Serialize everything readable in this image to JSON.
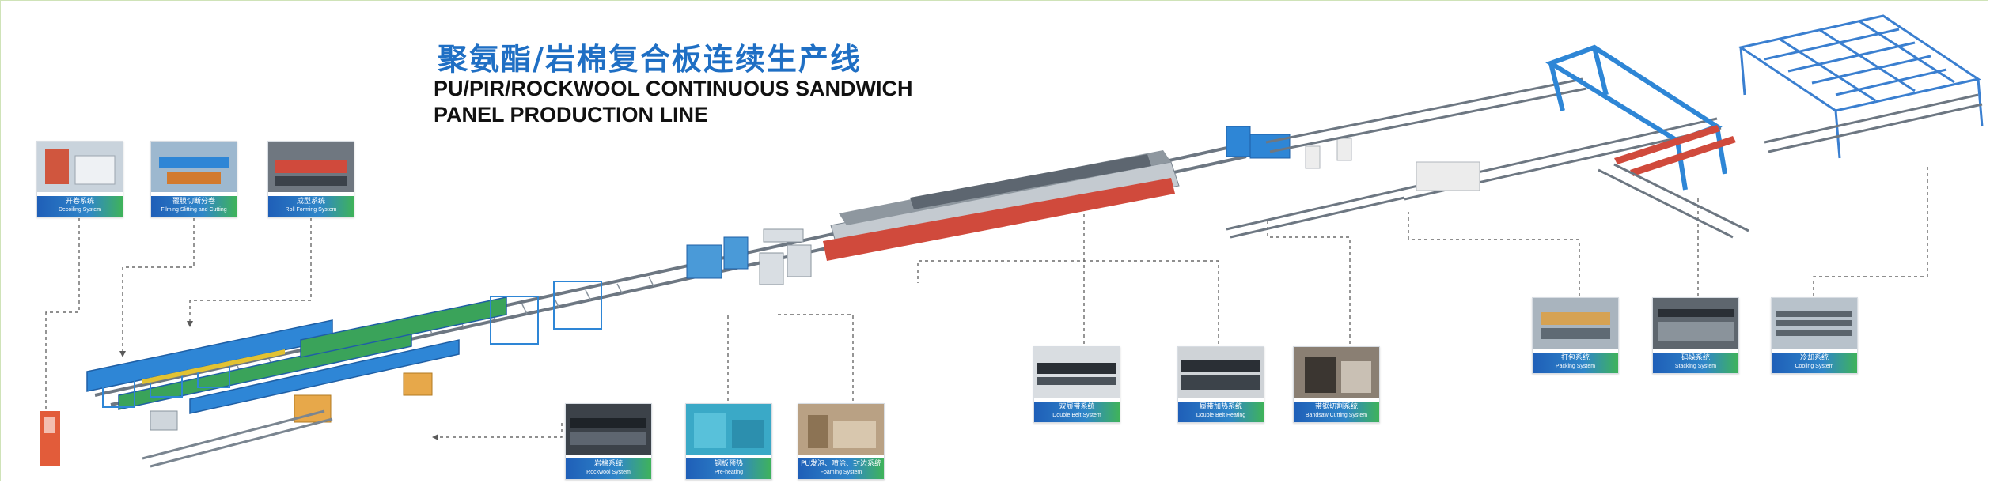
{
  "title": {
    "chinese": "聚氨酯/岩棉复合板连续生产线",
    "english_line1": "PU/PIR/ROCKWOOL CONTINUOUS SANDWICH",
    "english_line2": "PANEL PRODUCTION LINE"
  },
  "stations": [
    {
      "label_cn": "开卷系统",
      "label_en": "Decoiling System"
    },
    {
      "label_cn": "覆膜切断分卷",
      "label_en": "Filming Slitting and Cutting"
    },
    {
      "label_cn": "成型系统",
      "label_en": "Roll Forming System"
    },
    {
      "label_cn": "岩棉系统",
      "label_en": "Rockwool System"
    },
    {
      "label_cn": "钢板预热",
      "label_en": "Pre-heating"
    },
    {
      "label_cn": "PU发泡、喷涂、封边系统",
      "label_en": "Foaming System"
    },
    {
      "label_cn": "双履带系统",
      "label_en": "Double Belt System"
    },
    {
      "label_cn": "履带加热系统",
      "label_en": "Double Belt Heating"
    },
    {
      "label_cn": "带锯切割系统",
      "label_en": "Bandsaw Cutting System"
    },
    {
      "label_cn": "打包系统",
      "label_en": "Packing System"
    },
    {
      "label_cn": "码垛系统",
      "label_en": "Stacking System"
    },
    {
      "label_cn": "冷却系统",
      "label_en": "Cooling System"
    }
  ],
  "colors": {
    "title_cn": "#1f6fc4",
    "machine_blue": "#2e86d6",
    "frame_blue": "#3a7fd0",
    "conveyor_grey": "#6d7782",
    "belt_red": "#d04a3c",
    "machine_green": "#3aa35a",
    "card_band_start": "#1f5fb8",
    "card_band_end": "#3fb35a"
  }
}
